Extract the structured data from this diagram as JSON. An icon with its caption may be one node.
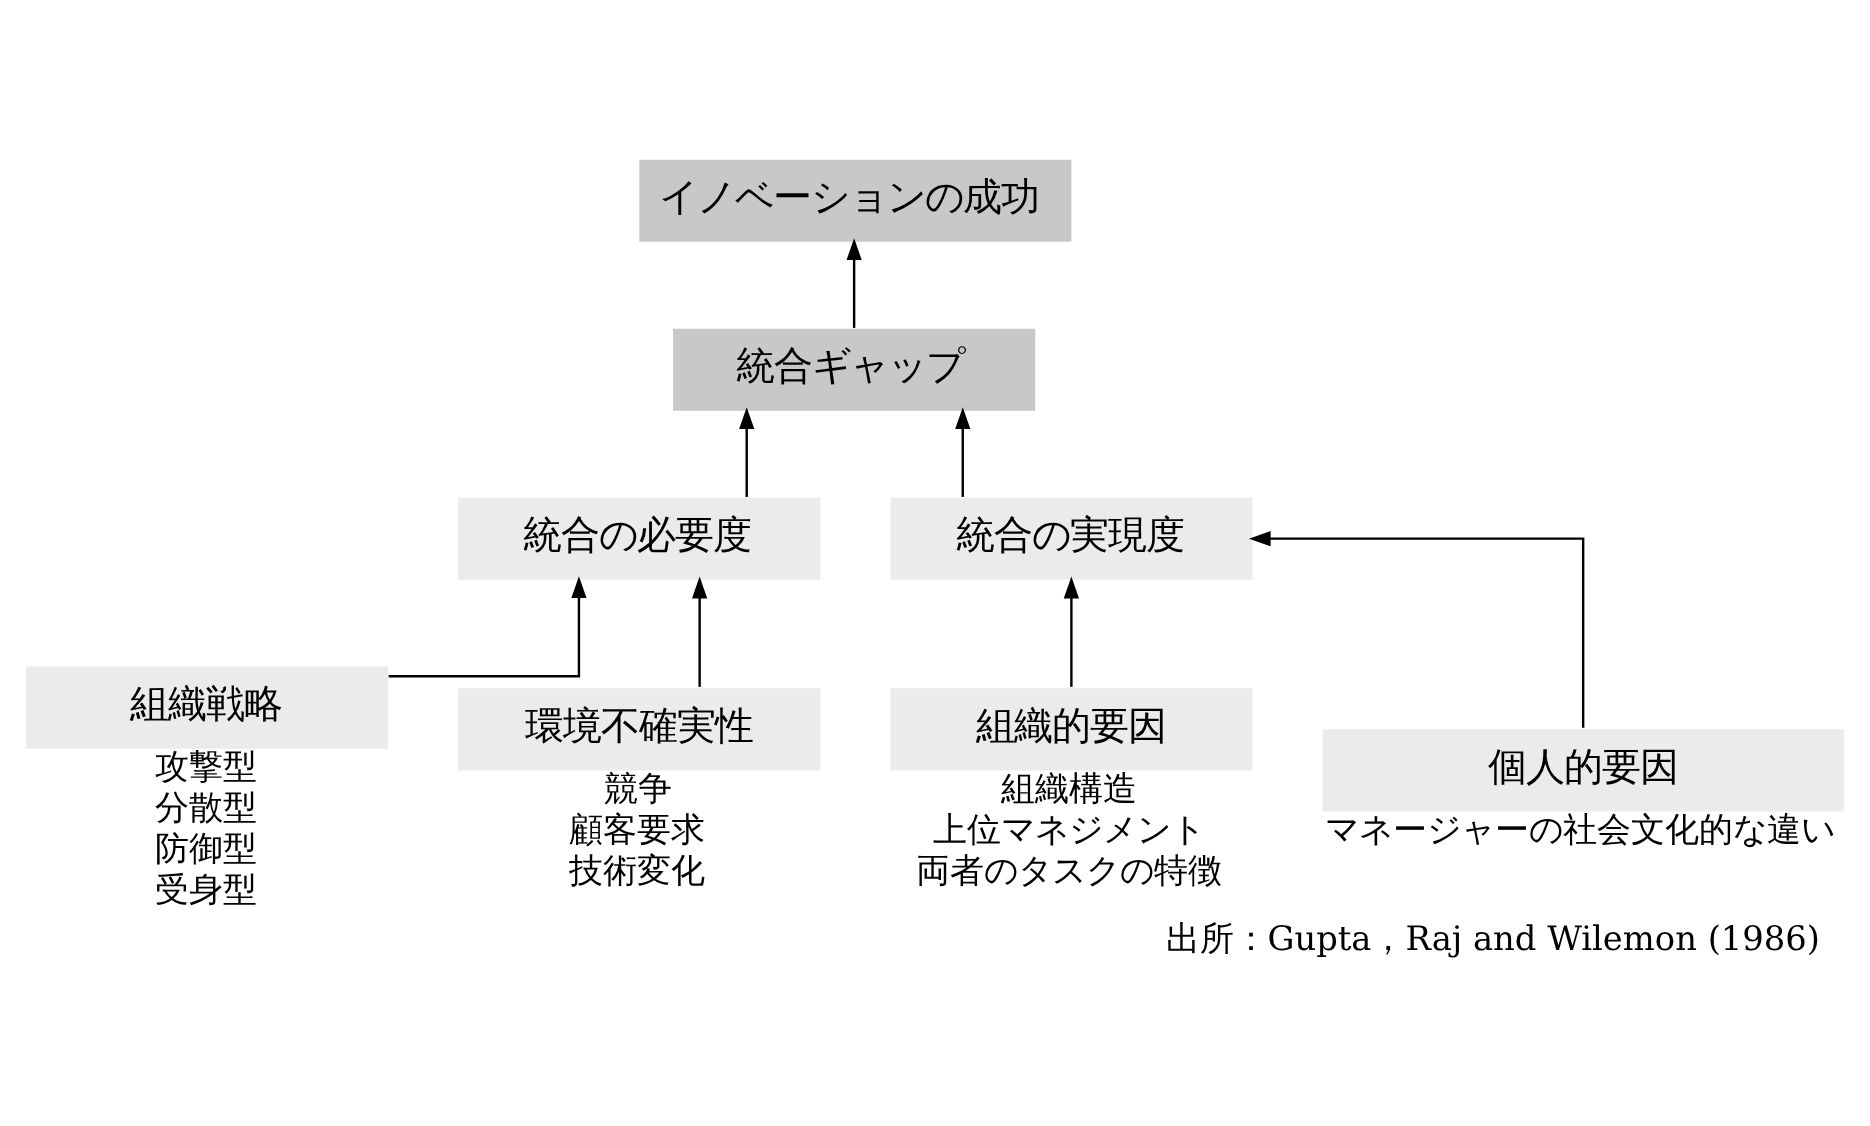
{
  "diagram": {
    "caption": "出所：Gupta，Raj and Wilemon (1986)",
    "nodes": [
      {
        "text": [
          "イノベーションの成功"
        ]
      },
      {
        "text": [
          "統合ギャップ"
        ]
      },
      {
        "text": [
          "統合の必要度"
        ]
      },
      {
        "text": [
          "統合の実現度"
        ]
      },
      {
        "text": [
          "組織戦略"
        ],
        "beside": [
          "攻撃型",
          "分散型",
          "防御型",
          "受身型"
        ]
      },
      {
        "text": [
          "環境不確実性"
        ],
        "beside": [
          "競争",
          "顧客要求",
          "技術変化"
        ]
      },
      {
        "text": [
          "組織的要因"
        ],
        "beside": [
          "組織構造",
          "上位マネジメント",
          "両者のタスクの特徴"
        ]
      },
      {
        "text": [
          "個人的要因"
        ],
        "beside": [
          "マネージャーの社会文化的な違い"
        ]
      }
    ],
    "edges": [
      {
        "from": 1,
        "to": 0,
        "arrow": "to"
      },
      {
        "from": 2,
        "to": 1,
        "arrow": "to"
      },
      {
        "from": 3,
        "to": 1,
        "arrow": "to"
      },
      {
        "from": 4,
        "to": 2,
        "arrow": "to"
      },
      {
        "from": 5,
        "to": 2,
        "arrow": "to"
      },
      {
        "from": 6,
        "to": 3,
        "arrow": "to"
      },
      {
        "from": 7,
        "to": 3,
        "arrow": "to"
      }
    ]
  }
}
